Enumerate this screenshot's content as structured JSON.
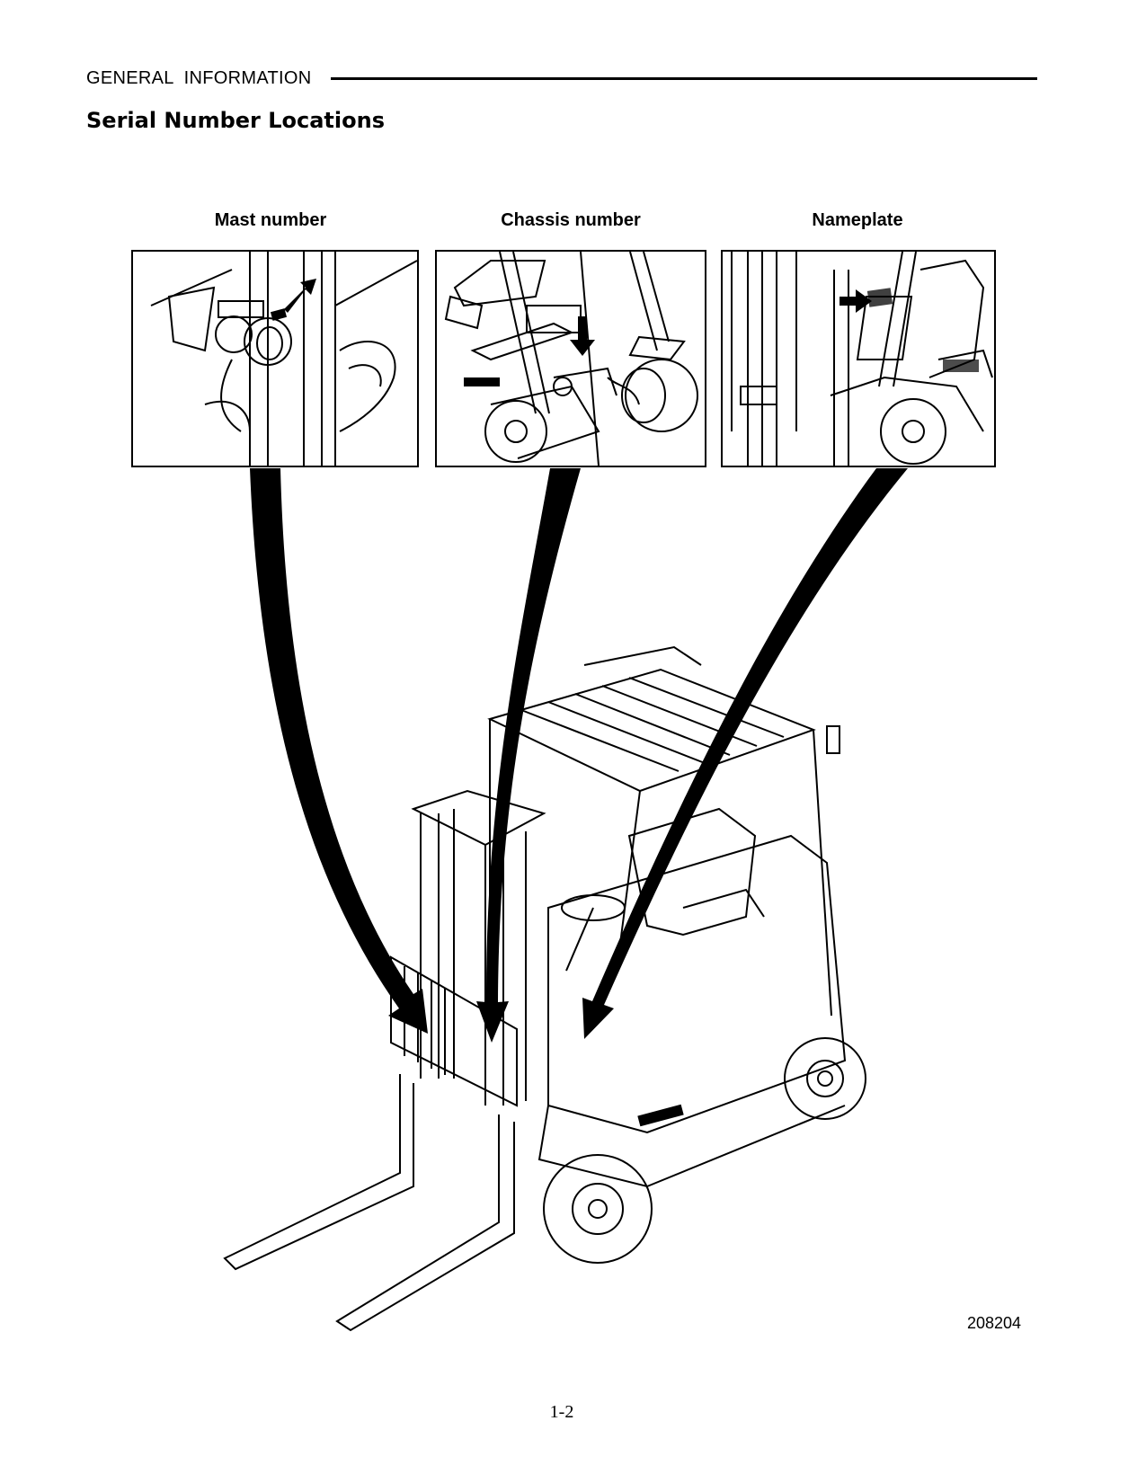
{
  "header": {
    "section": "GENERAL  INFORMATION",
    "title": "Serial Number Locations"
  },
  "figure": {
    "callouts": [
      {
        "label": "Mast number",
        "icon": "mast-number-plate-icon"
      },
      {
        "label": "Chassis number",
        "icon": "chassis-number-plate-icon"
      },
      {
        "label": "Nameplate",
        "icon": "nameplate-icon"
      }
    ],
    "figure_number": "208204",
    "main_illustration": "forklift-illustration"
  },
  "footer": {
    "page_number": "1-2"
  }
}
